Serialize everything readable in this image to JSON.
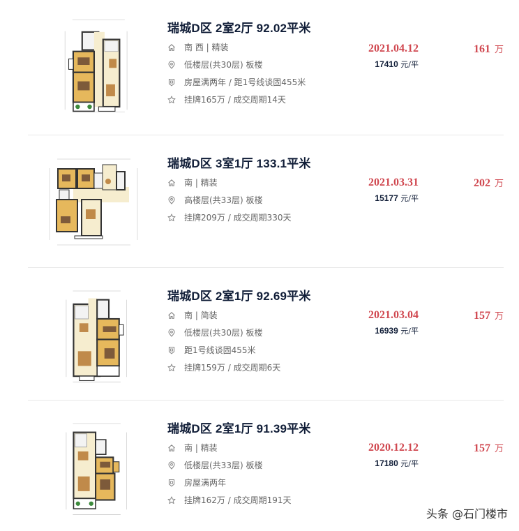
{
  "listings": [
    {
      "title": "瑞城D区 2室2厅 92.02平米",
      "house_info": "南 西 | 精装",
      "position_info": "低楼层(共30层) 板楼",
      "deal_house_info": "房屋满两年 / 距1号线谈固455米",
      "deal_cycle_info": "挂牌165万 / 成交周期14天",
      "deal_date": "2021.04.12",
      "unit_price": "17410",
      "unit_price_suffix": "元/平",
      "total_price": "161",
      "total_price_unit": "万",
      "plan_variant": "a"
    },
    {
      "title": "瑞城D区 3室1厅 133.1平米",
      "house_info": "南 | 精装",
      "position_info": "高楼层(共33层) 板楼",
      "deal_house_info": null,
      "deal_cycle_info": "挂牌209万 / 成交周期330天",
      "deal_date": "2021.03.31",
      "unit_price": "15177",
      "unit_price_suffix": "元/平",
      "total_price": "202",
      "total_price_unit": "万",
      "plan_variant": "b"
    },
    {
      "title": "瑞城D区 2室1厅 92.69平米",
      "house_info": "南 | 简装",
      "position_info": "低楼层(共30层) 板楼",
      "deal_house_info": "距1号线谈固455米",
      "deal_cycle_info": "挂牌159万 / 成交周期6天",
      "deal_date": "2021.03.04",
      "unit_price": "16939",
      "unit_price_suffix": "元/平",
      "total_price": "157",
      "total_price_unit": "万",
      "plan_variant": "c"
    },
    {
      "title": "瑞城D区 2室1厅 91.39平米",
      "house_info": "南 | 精装",
      "position_info": "低楼层(共33层) 板楼",
      "deal_house_info": "房屋满两年",
      "deal_cycle_info": "挂牌162万 / 成交周期191天",
      "deal_date": "2020.12.12",
      "unit_price": "17180",
      "unit_price_suffix": "元/平",
      "total_price": "157",
      "total_price_unit": "万",
      "plan_variant": "d"
    }
  ],
  "icons": {
    "house": "house-icon",
    "position": "location-pin-icon",
    "deal_house": "shield-icon",
    "deal_cycle": "star-icon"
  },
  "colors": {
    "accent_red": "#d0474f",
    "title_navy": "#101d37",
    "meta_gray": "#666666",
    "divider": "#e8e8e8"
  },
  "watermark": "头条 @石门楼市"
}
